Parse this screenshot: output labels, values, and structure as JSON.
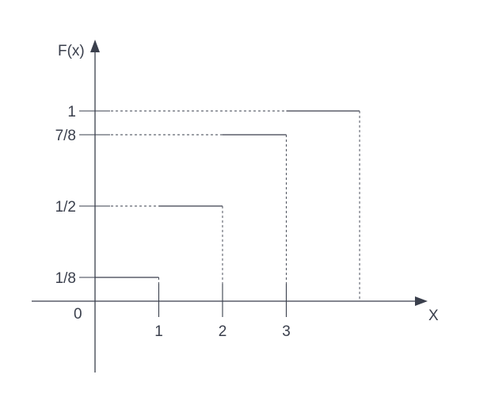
{
  "diagram": {
    "y_axis_label": "F(x)",
    "x_axis_label": "X",
    "origin_label": "0",
    "y_ticks": [
      {
        "label": "1/8",
        "value": 0.125
      },
      {
        "label": "1/2",
        "value": 0.5
      },
      {
        "label": "7/8",
        "value": 0.875
      },
      {
        "label": "1",
        "value": 1
      }
    ],
    "x_ticks": [
      {
        "label": "1",
        "value": 1
      },
      {
        "label": "2",
        "value": 2
      },
      {
        "label": "3",
        "value": 3
      }
    ],
    "steps": [
      {
        "from": 0,
        "to": 1,
        "value": 0.125
      },
      {
        "from": 1,
        "to": 2,
        "value": 0.5
      },
      {
        "from": 2,
        "to": 3,
        "value": 0.875
      },
      {
        "from": 3,
        "to": 4.15,
        "value": 1
      }
    ],
    "colors": {
      "ink": "#3a3f4c",
      "background": "#ffffff"
    }
  }
}
